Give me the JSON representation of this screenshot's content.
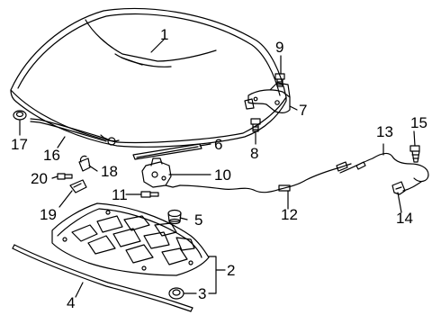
{
  "diagram": {
    "line_color": "#000000",
    "background": "#ffffff",
    "callouts": [
      {
        "id": "1",
        "label": "1",
        "part": "hood-panel"
      },
      {
        "id": "2",
        "label": "2",
        "part": "hood-insulator"
      },
      {
        "id": "3",
        "label": "3",
        "part": "insulator-retainer"
      },
      {
        "id": "4",
        "label": "4",
        "part": "hood-seal"
      },
      {
        "id": "5",
        "label": "5",
        "part": "hood-bumper"
      },
      {
        "id": "6",
        "label": "6",
        "part": "hood-seal-strip"
      },
      {
        "id": "7",
        "label": "7",
        "part": "hood-hinge"
      },
      {
        "id": "8",
        "label": "8",
        "part": "hinge-bolt"
      },
      {
        "id": "9",
        "label": "9",
        "part": "hinge-bolt-upper"
      },
      {
        "id": "10",
        "label": "10",
        "part": "hood-latch"
      },
      {
        "id": "11",
        "label": "11",
        "part": "latch-bolt"
      },
      {
        "id": "12",
        "label": "12",
        "part": "release-cable"
      },
      {
        "id": "13",
        "label": "13",
        "part": "release-handle-cable"
      },
      {
        "id": "14",
        "label": "14",
        "part": "release-handle"
      },
      {
        "id": "15",
        "label": "15",
        "part": "handle-screw"
      },
      {
        "id": "16",
        "label": "16",
        "part": "prop-rod"
      },
      {
        "id": "17",
        "label": "17",
        "part": "prop-rod-grommet"
      },
      {
        "id": "18",
        "label": "18",
        "part": "prop-rod-clip"
      },
      {
        "id": "19",
        "label": "19",
        "part": "prop-rod-holder"
      },
      {
        "id": "20",
        "label": "20",
        "part": "holder-screw"
      }
    ]
  }
}
